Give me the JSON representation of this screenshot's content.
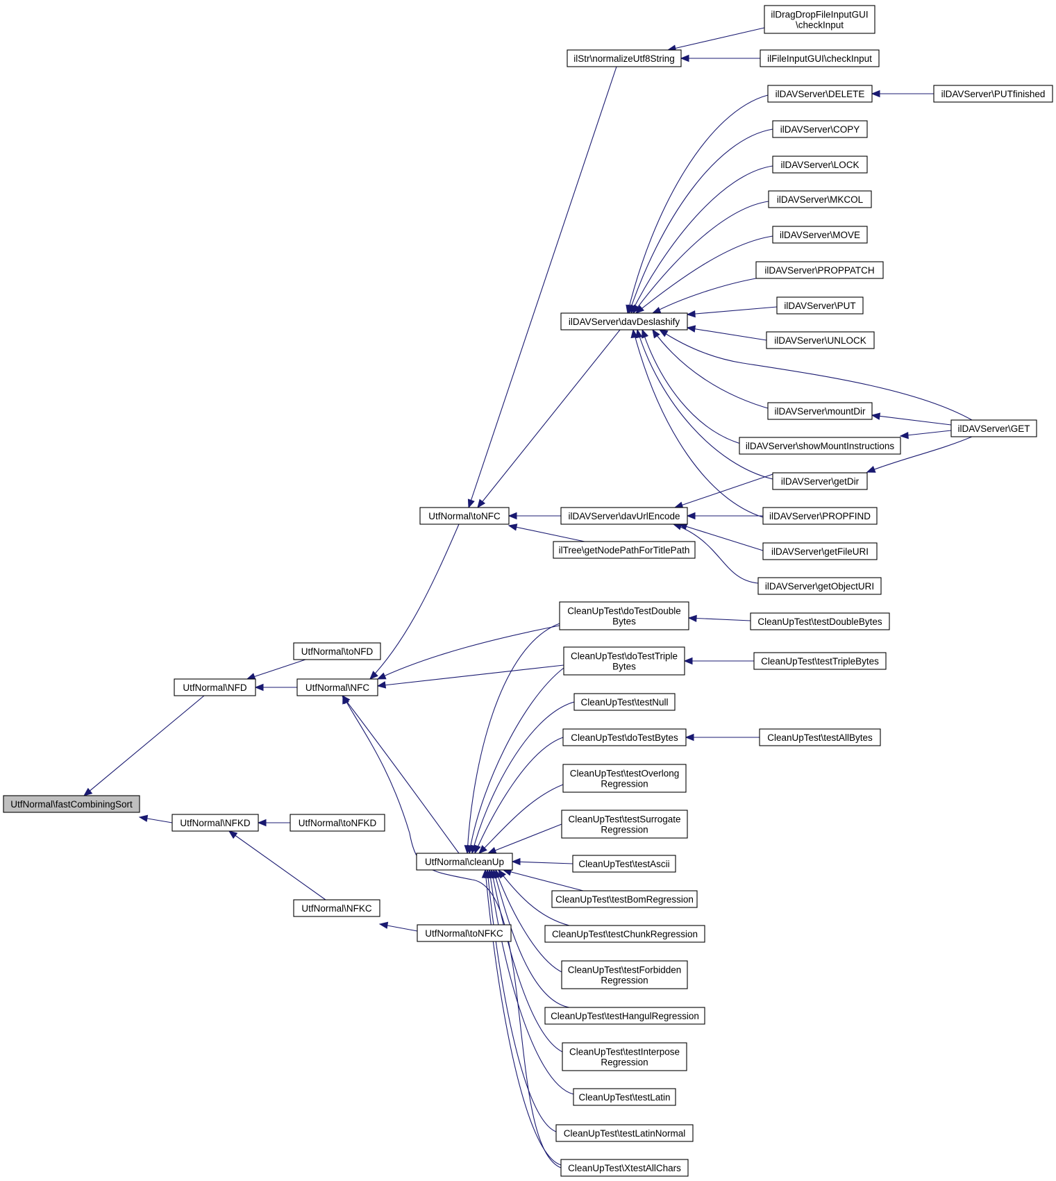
{
  "diagram": {
    "nodes": [
      {
        "id": "fastCombiningSort",
        "lines": [
          "UtfNormal\\fastCombiningSort"
        ],
        "root": true
      },
      {
        "id": "NFD",
        "lines": [
          "UtfNormal\\NFD"
        ]
      },
      {
        "id": "NFKD",
        "lines": [
          "UtfNormal\\NFKD"
        ]
      },
      {
        "id": "toNFD",
        "lines": [
          "UtfNormal\\toNFD"
        ]
      },
      {
        "id": "NFC",
        "lines": [
          "UtfNormal\\NFC"
        ]
      },
      {
        "id": "toNFKD",
        "lines": [
          "UtfNormal\\toNFKD"
        ]
      },
      {
        "id": "NFKC",
        "lines": [
          "UtfNormal\\NFKC"
        ]
      },
      {
        "id": "toNFKC",
        "lines": [
          "UtfNormal\\toNFKC"
        ]
      },
      {
        "id": "toNFC",
        "lines": [
          "UtfNormal\\toNFC"
        ]
      },
      {
        "id": "cleanUp",
        "lines": [
          "UtfNormal\\cleanUp"
        ]
      },
      {
        "id": "normalizeUtf8String",
        "lines": [
          "ilStr\\normalizeUtf8String"
        ]
      },
      {
        "id": "davDeslashify",
        "lines": [
          "ilDAVServer\\davDeslashify"
        ]
      },
      {
        "id": "davUrlEncode",
        "lines": [
          "ilDAVServer\\davUrlEncode"
        ]
      },
      {
        "id": "getNodePathForTitlePath",
        "lines": [
          "ilTree\\getNodePathForTitlePath"
        ]
      },
      {
        "id": "doTestDoubleBytes",
        "lines": [
          "CleanUpTest\\doTestDouble",
          "Bytes"
        ]
      },
      {
        "id": "doTestTripleBytes",
        "lines": [
          "CleanUpTest\\doTestTriple",
          "Bytes"
        ]
      },
      {
        "id": "testNull",
        "lines": [
          "CleanUpTest\\testNull"
        ]
      },
      {
        "id": "doTestBytes",
        "lines": [
          "CleanUpTest\\doTestBytes"
        ]
      },
      {
        "id": "testOverlongRegression",
        "lines": [
          "CleanUpTest\\testOverlong",
          "Regression"
        ]
      },
      {
        "id": "testSurrogateRegression",
        "lines": [
          "CleanUpTest\\testSurrogate",
          "Regression"
        ]
      },
      {
        "id": "testAscii",
        "lines": [
          "CleanUpTest\\testAscii"
        ]
      },
      {
        "id": "testBomRegression",
        "lines": [
          "CleanUpTest\\testBomRegression"
        ]
      },
      {
        "id": "testChunkRegression",
        "lines": [
          "CleanUpTest\\testChunkRegression"
        ]
      },
      {
        "id": "testForbiddenRegression",
        "lines": [
          "CleanUpTest\\testForbidden",
          "Regression"
        ]
      },
      {
        "id": "testHangulRegression",
        "lines": [
          "CleanUpTest\\testHangulRegression"
        ]
      },
      {
        "id": "testInterposeRegression",
        "lines": [
          "CleanUpTest\\testInterpose",
          "Regression"
        ]
      },
      {
        "id": "testLatin",
        "lines": [
          "CleanUpTest\\testLatin"
        ]
      },
      {
        "id": "testLatinNormal",
        "lines": [
          "CleanUpTest\\testLatinNormal"
        ]
      },
      {
        "id": "XtestAllChars",
        "lines": [
          "CleanUpTest\\XtestAllChars"
        ]
      },
      {
        "id": "DragDropCheckInput",
        "lines": [
          "ilDragDropFileInputGUI",
          "\\checkInput"
        ]
      },
      {
        "id": "FileInputCheckInput",
        "lines": [
          "ilFileInputGUI\\checkInput"
        ]
      },
      {
        "id": "DELETE",
        "lines": [
          "ilDAVServer\\DELETE"
        ]
      },
      {
        "id": "COPY",
        "lines": [
          "ilDAVServer\\COPY"
        ]
      },
      {
        "id": "LOCK",
        "lines": [
          "ilDAVServer\\LOCK"
        ]
      },
      {
        "id": "MKCOL",
        "lines": [
          "ilDAVServer\\MKCOL"
        ]
      },
      {
        "id": "MOVE",
        "lines": [
          "ilDAVServer\\MOVE"
        ]
      },
      {
        "id": "PROPPATCH",
        "lines": [
          "ilDAVServer\\PROPPATCH"
        ]
      },
      {
        "id": "PUT",
        "lines": [
          "ilDAVServer\\PUT"
        ]
      },
      {
        "id": "UNLOCK",
        "lines": [
          "ilDAVServer\\UNLOCK"
        ]
      },
      {
        "id": "mountDir",
        "lines": [
          "ilDAVServer\\mountDir"
        ]
      },
      {
        "id": "showMountInstructions",
        "lines": [
          "ilDAVServer\\showMountInstructions"
        ]
      },
      {
        "id": "getDir",
        "lines": [
          "ilDAVServer\\getDir"
        ]
      },
      {
        "id": "PROPFIND",
        "lines": [
          "ilDAVServer\\PROPFIND"
        ]
      },
      {
        "id": "getFileURI",
        "lines": [
          "ilDAVServer\\getFileURI"
        ]
      },
      {
        "id": "getObjectURI",
        "lines": [
          "ilDAVServer\\getObjectURI"
        ]
      },
      {
        "id": "testDoubleBytes",
        "lines": [
          "CleanUpTest\\testDoubleBytes"
        ]
      },
      {
        "id": "testTripleBytes",
        "lines": [
          "CleanUpTest\\testTripleBytes"
        ]
      },
      {
        "id": "testAllBytes",
        "lines": [
          "CleanUpTest\\testAllBytes"
        ]
      },
      {
        "id": "PUTfinished",
        "lines": [
          "ilDAVServer\\PUTfinished"
        ]
      },
      {
        "id": "GET",
        "lines": [
          "ilDAVServer\\GET"
        ]
      }
    ],
    "edges": [
      {
        "from": "NFD",
        "to": "fastCombiningSort"
      },
      {
        "from": "NFKD",
        "to": "fastCombiningSort"
      },
      {
        "from": "toNFD",
        "to": "NFD"
      },
      {
        "from": "NFC",
        "to": "NFD"
      },
      {
        "from": "toNFKD",
        "to": "NFKD"
      },
      {
        "from": "NFKC",
        "to": "NFKD"
      },
      {
        "from": "toNFKC",
        "to": "NFKC"
      },
      {
        "from": "toNFC",
        "to": "NFC"
      },
      {
        "from": "cleanUp",
        "to": "NFC"
      },
      {
        "from": "doTestDoubleBytes",
        "to": "NFC"
      },
      {
        "from": "doTestTripleBytes",
        "to": "NFC"
      },
      {
        "from": "XtestAllChars",
        "to": "NFC"
      },
      {
        "from": "normalizeUtf8String",
        "to": "toNFC"
      },
      {
        "from": "davDeslashify",
        "to": "toNFC"
      },
      {
        "from": "davUrlEncode",
        "to": "toNFC"
      },
      {
        "from": "getNodePathForTitlePath",
        "to": "toNFC"
      },
      {
        "from": "doTestDoubleBytes",
        "to": "cleanUp"
      },
      {
        "from": "doTestTripleBytes",
        "to": "cleanUp"
      },
      {
        "from": "testNull",
        "to": "cleanUp"
      },
      {
        "from": "doTestBytes",
        "to": "cleanUp"
      },
      {
        "from": "testOverlongRegression",
        "to": "cleanUp"
      },
      {
        "from": "testSurrogateRegression",
        "to": "cleanUp"
      },
      {
        "from": "testAscii",
        "to": "cleanUp"
      },
      {
        "from": "testBomRegression",
        "to": "cleanUp"
      },
      {
        "from": "testChunkRegression",
        "to": "cleanUp"
      },
      {
        "from": "testForbiddenRegression",
        "to": "cleanUp"
      },
      {
        "from": "testHangulRegression",
        "to": "cleanUp"
      },
      {
        "from": "testInterposeRegression",
        "to": "cleanUp"
      },
      {
        "from": "testLatin",
        "to": "cleanUp"
      },
      {
        "from": "testLatinNormal",
        "to": "cleanUp"
      },
      {
        "from": "XtestAllChars",
        "to": "cleanUp"
      },
      {
        "from": "DragDropCheckInput",
        "to": "normalizeUtf8String"
      },
      {
        "from": "FileInputCheckInput",
        "to": "normalizeUtf8String"
      },
      {
        "from": "DELETE",
        "to": "davDeslashify"
      },
      {
        "from": "COPY",
        "to": "davDeslashify"
      },
      {
        "from": "LOCK",
        "to": "davDeslashify"
      },
      {
        "from": "MKCOL",
        "to": "davDeslashify"
      },
      {
        "from": "MOVE",
        "to": "davDeslashify"
      },
      {
        "from": "PROPPATCH",
        "to": "davDeslashify"
      },
      {
        "from": "PUT",
        "to": "davDeslashify"
      },
      {
        "from": "UNLOCK",
        "to": "davDeslashify"
      },
      {
        "from": "GET",
        "to": "davDeslashify"
      },
      {
        "from": "mountDir",
        "to": "davDeslashify"
      },
      {
        "from": "showMountInstructions",
        "to": "davDeslashify"
      },
      {
        "from": "getDir",
        "to": "davDeslashify"
      },
      {
        "from": "PROPFIND",
        "to": "davDeslashify"
      },
      {
        "from": "getDir",
        "to": "davUrlEncode"
      },
      {
        "from": "PROPFIND",
        "to": "davUrlEncode"
      },
      {
        "from": "getFileURI",
        "to": "davUrlEncode"
      },
      {
        "from": "getObjectURI",
        "to": "davUrlEncode"
      },
      {
        "from": "testDoubleBytes",
        "to": "doTestDoubleBytes"
      },
      {
        "from": "testTripleBytes",
        "to": "doTestTripleBytes"
      },
      {
        "from": "testAllBytes",
        "to": "doTestBytes"
      },
      {
        "from": "PUTfinished",
        "to": "DELETE"
      },
      {
        "from": "GET",
        "to": "mountDir"
      },
      {
        "from": "GET",
        "to": "showMountInstructions"
      },
      {
        "from": "GET",
        "to": "getDir"
      }
    ]
  }
}
